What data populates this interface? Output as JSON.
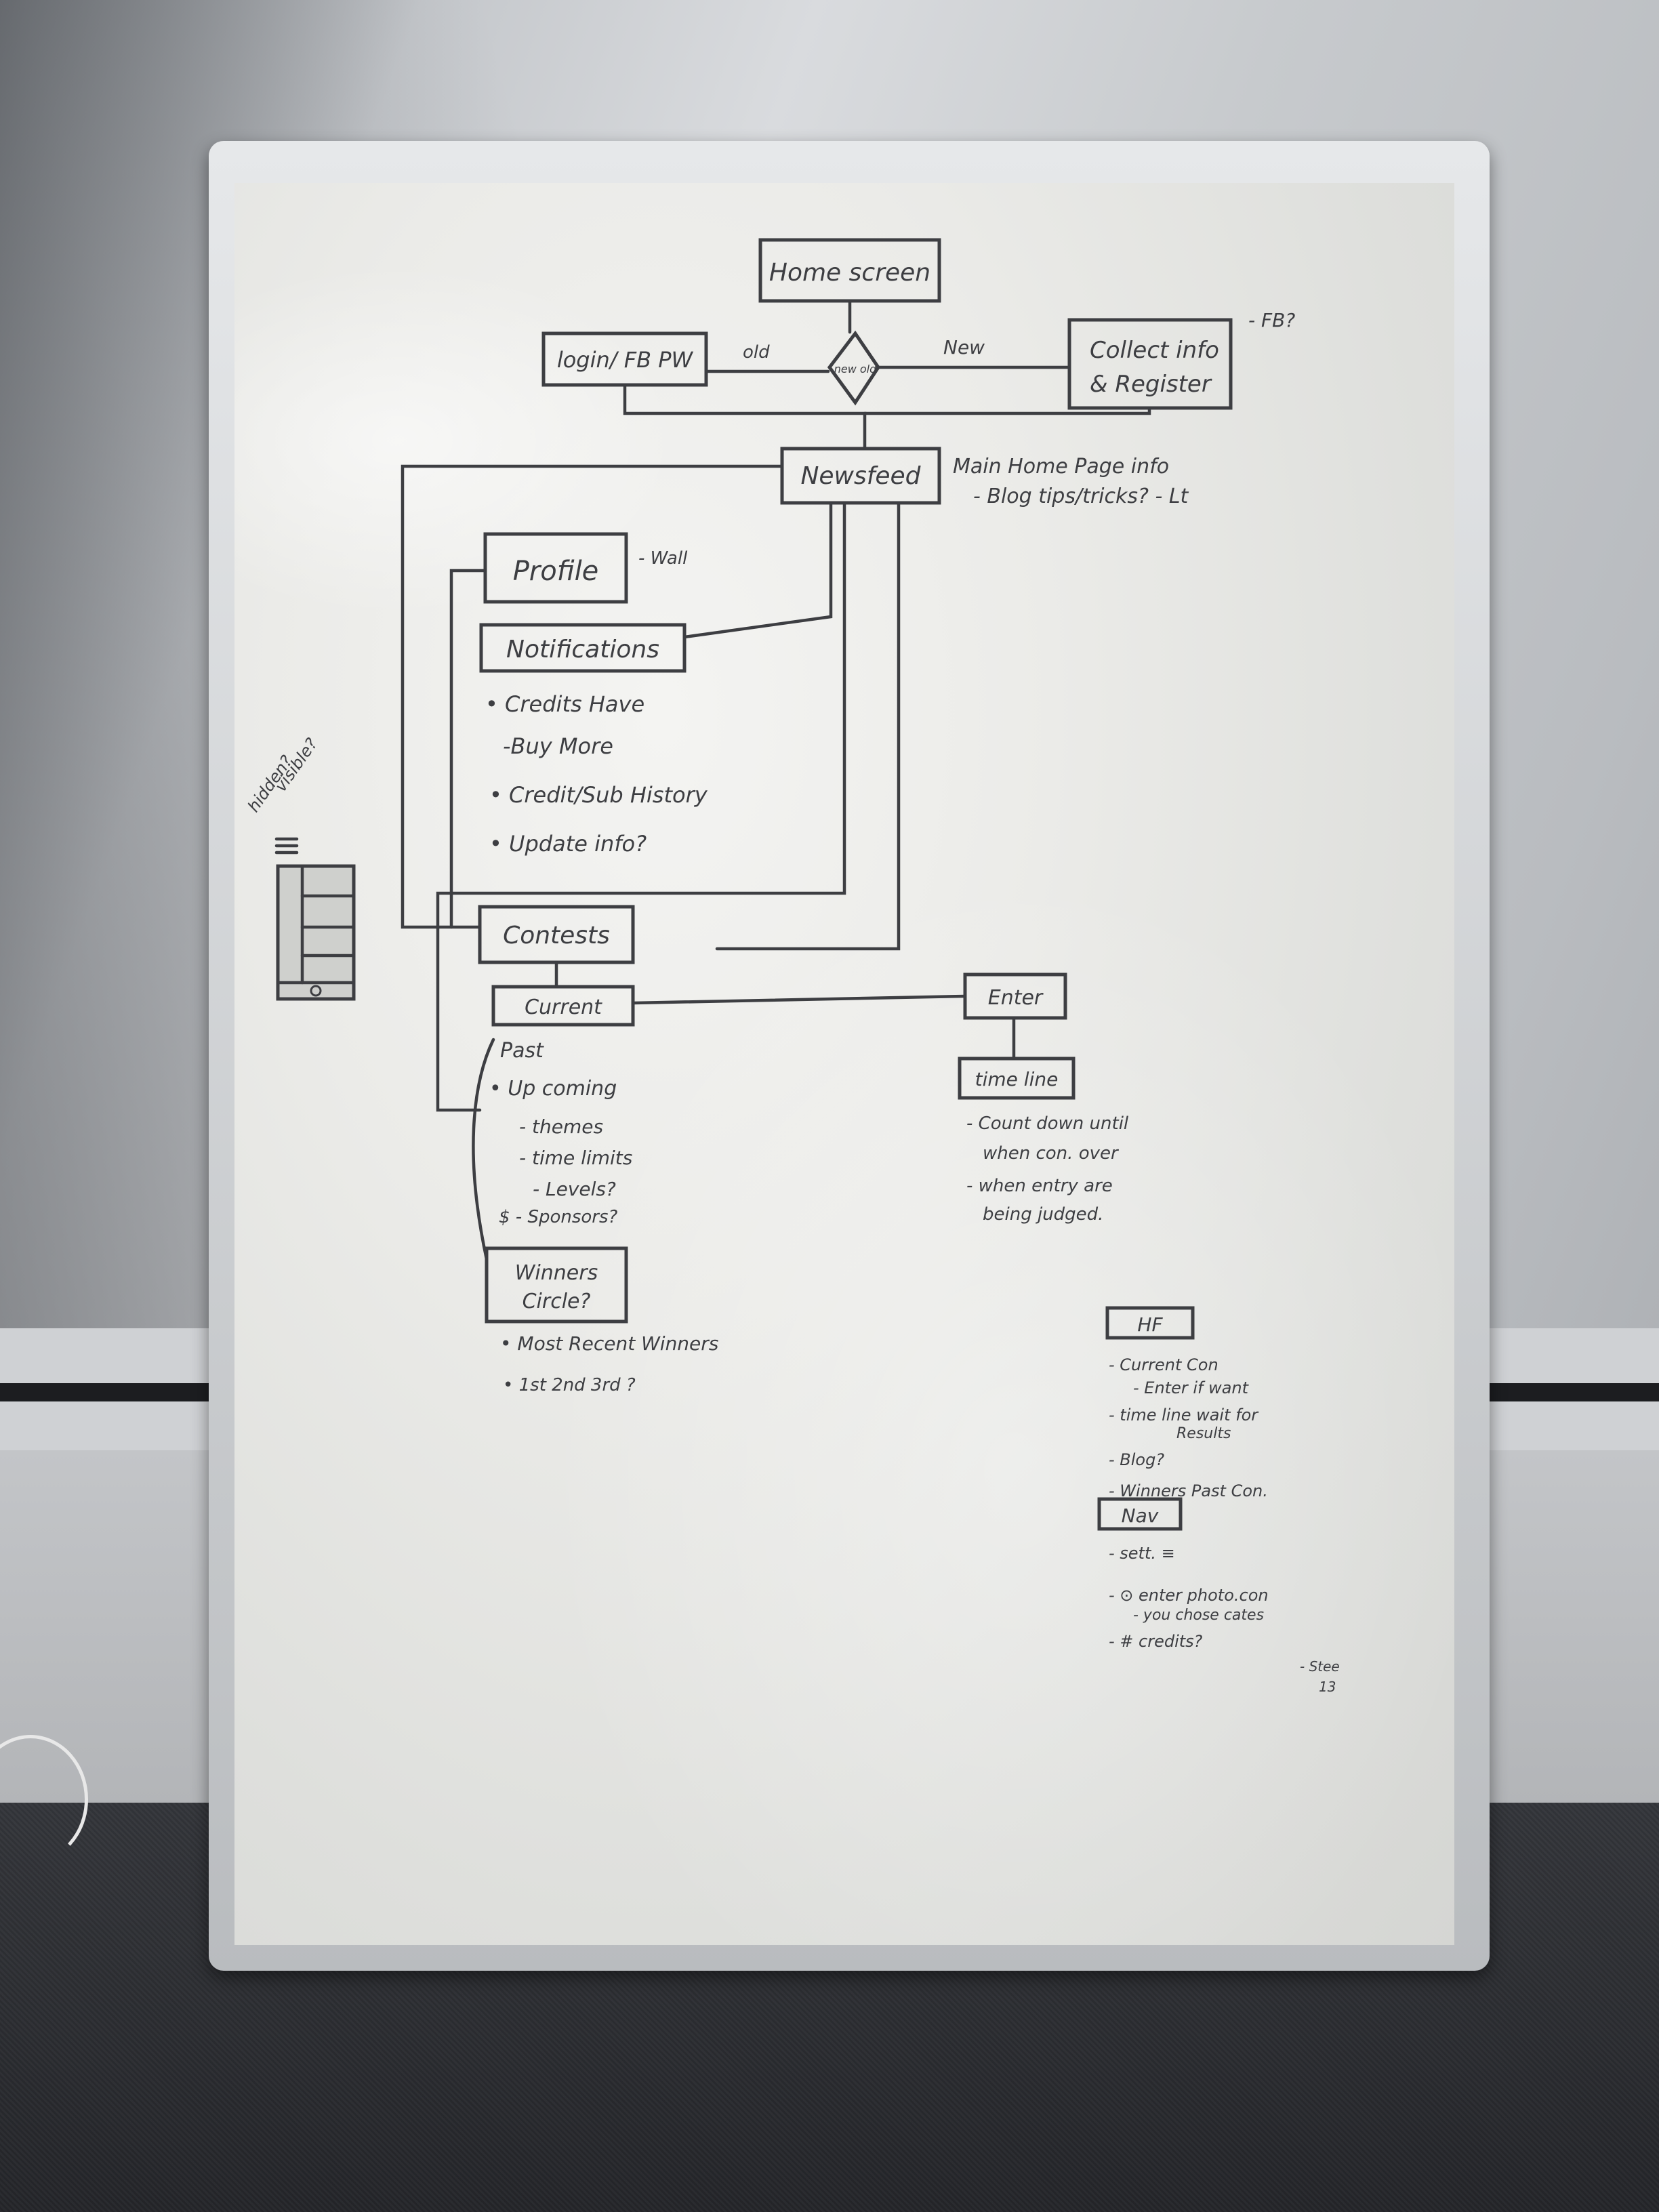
{
  "flowchart": {
    "home": "Home screen",
    "login": "login/ FB PW",
    "old_label": "old",
    "diamond": "new old",
    "new_label": "New",
    "register": [
      "Collect info",
      "& Register"
    ],
    "fb_note": "- FB?",
    "newsfeed": "Newsfeed",
    "newsfeed_notes": [
      "Main Home Page info",
      "- Blog tips/tricks? - Lt"
    ],
    "profile": "Profile",
    "profile_note": "- Wall",
    "notifications": "Notifications",
    "notification_items": [
      "• Credits Have",
      "-Buy More",
      "• Credit/Sub History",
      "• Update info?"
    ],
    "contests": "Contests",
    "current": "Current",
    "contest_items": [
      "Past",
      "• Up coming",
      "- themes",
      "- time limits",
      "- Levels?",
      "$ - Sponsors?"
    ],
    "winners": [
      "Winners",
      "Circle?"
    ],
    "winner_items": [
      "• Most Recent Winners",
      "• 1st 2nd 3rd ?"
    ],
    "enter": "Enter",
    "timeline": "time line",
    "timeline_notes": [
      "- Count down until",
      "when con. over",
      "- when entry are",
      "being judged."
    ],
    "side_notes": [
      "hidden?",
      "visible?"
    ],
    "hf_box": "HF",
    "hf_items": [
      "- Current Con",
      "- Enter if want",
      "- time line wait for",
      "Results",
      "- Blog?",
      "- Winners Past Con."
    ],
    "nav_box": "Nav",
    "nav_items": [
      "- sett. ≡",
      "- ⊙ enter photo.con",
      "- you chose cates",
      "- # credits?",
      "- Stee",
      "13"
    ]
  },
  "icons": [
    "menu-icon"
  ]
}
